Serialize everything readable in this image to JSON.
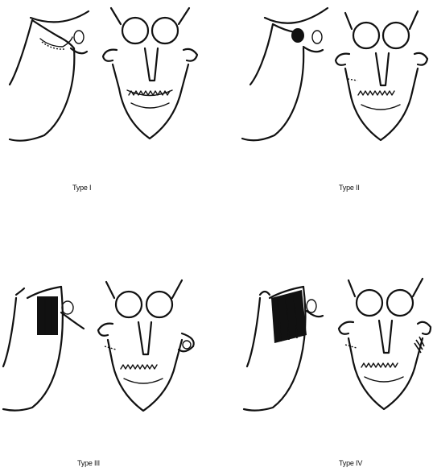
{
  "figure": {
    "panels": [
      {
        "id": "type-1",
        "caption": "Type I",
        "lesion": "none"
      },
      {
        "id": "type-2",
        "caption": "Type II",
        "lesion": "condyle-dark-spot"
      },
      {
        "id": "type-3",
        "caption": "Type III",
        "lesion": "ramus-hatched-block"
      },
      {
        "id": "type-4",
        "caption": "Type IV",
        "lesion": "ramus-hatched-large"
      }
    ]
  },
  "colors": {
    "ink": "#111111",
    "background": "#ffffff"
  }
}
